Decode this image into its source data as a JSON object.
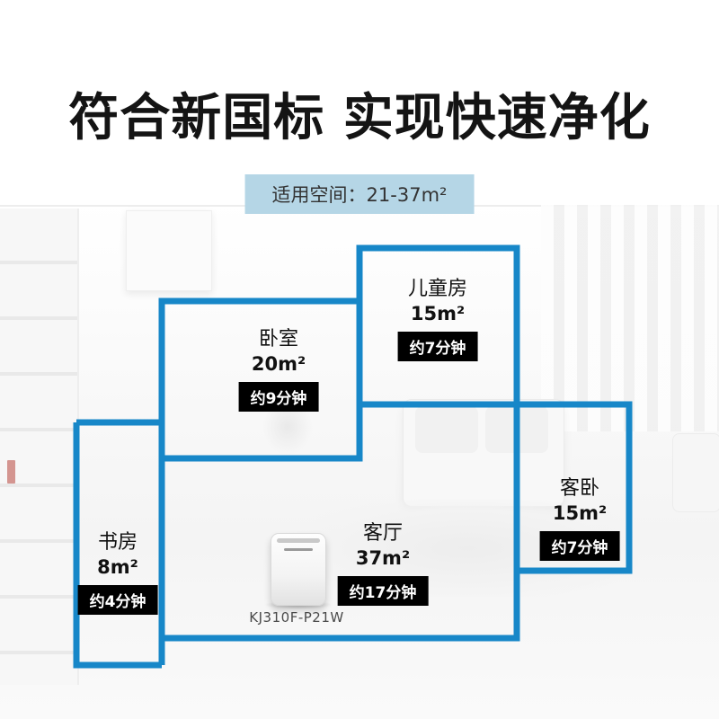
{
  "title": "符合新国标 实现快速净化",
  "subtitle": "适用空间：21-37m²",
  "floor_plan": {
    "rooms": [
      {
        "id": "bedroom",
        "name": "卧室",
        "area": "20m²",
        "time": "约9分钟"
      },
      {
        "id": "kids-room",
        "name": "儿童房",
        "area": "15m²",
        "time": "约7分钟"
      },
      {
        "id": "guest-room",
        "name": "客卧",
        "area": "15m²",
        "time": "约7分钟"
      },
      {
        "id": "study",
        "name": "书房",
        "area": "8m²",
        "time": "约4分钟"
      },
      {
        "id": "living-room",
        "name": "客厅",
        "area": "37m²",
        "time": "约17分钟"
      }
    ]
  },
  "product": {
    "model": "KJ310F-P21W"
  },
  "colors": {
    "plan_line": "#1787c8",
    "subtitle_bg": "#b5d6e6",
    "time_badge_bg": "#000000",
    "time_badge_text": "#ffffff"
  }
}
